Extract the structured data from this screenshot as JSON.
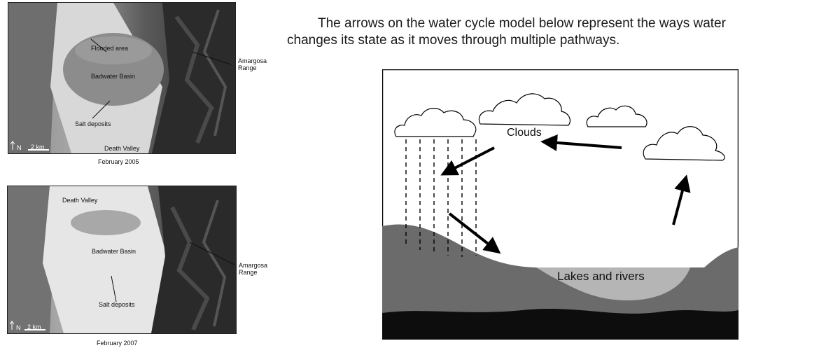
{
  "panel_2005": {
    "labels": {
      "flooded_area": "Flooded area",
      "badwater_basin": "Badwater Basin",
      "salt_deposits": "Salt deposits",
      "death_valley": "Death Valley",
      "amargosa_range": "Amargosa\nRange",
      "north": "N",
      "scale": "2 km"
    },
    "caption": "February 2005"
  },
  "panel_2007": {
    "labels": {
      "death_valley": "Death Valley",
      "badwater_basin": "Badwater Basin",
      "salt_deposits": "Salt deposits",
      "amargosa_range": "Amargosa\nRange",
      "north": "N",
      "scale": "2 km"
    },
    "caption": "February 2007"
  },
  "intro_text": {
    "line1": "The arrows on the water cycle model below represent the ways water",
    "line2": "changes its state as it moves through multiple pathways."
  },
  "water_cycle": {
    "clouds_label": "Clouds",
    "lakes_label": "Lakes and rivers",
    "arrows": [
      "rain-to-ground",
      "cloud-down",
      "cloud-to-cloud",
      "water-up"
    ]
  }
}
